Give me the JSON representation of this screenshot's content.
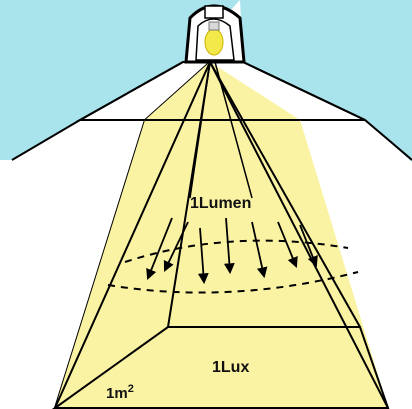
{
  "labels": {
    "luminous_flux": "1Lumen",
    "illuminance": "1Lux",
    "area_base": "1m",
    "area_exponent": "2"
  },
  "colors": {
    "ceiling": "#a9e4ec",
    "beam": "#fbf3a4",
    "bulb": "#f4e94a",
    "outline": "#000000",
    "background": "#ffffff"
  }
}
